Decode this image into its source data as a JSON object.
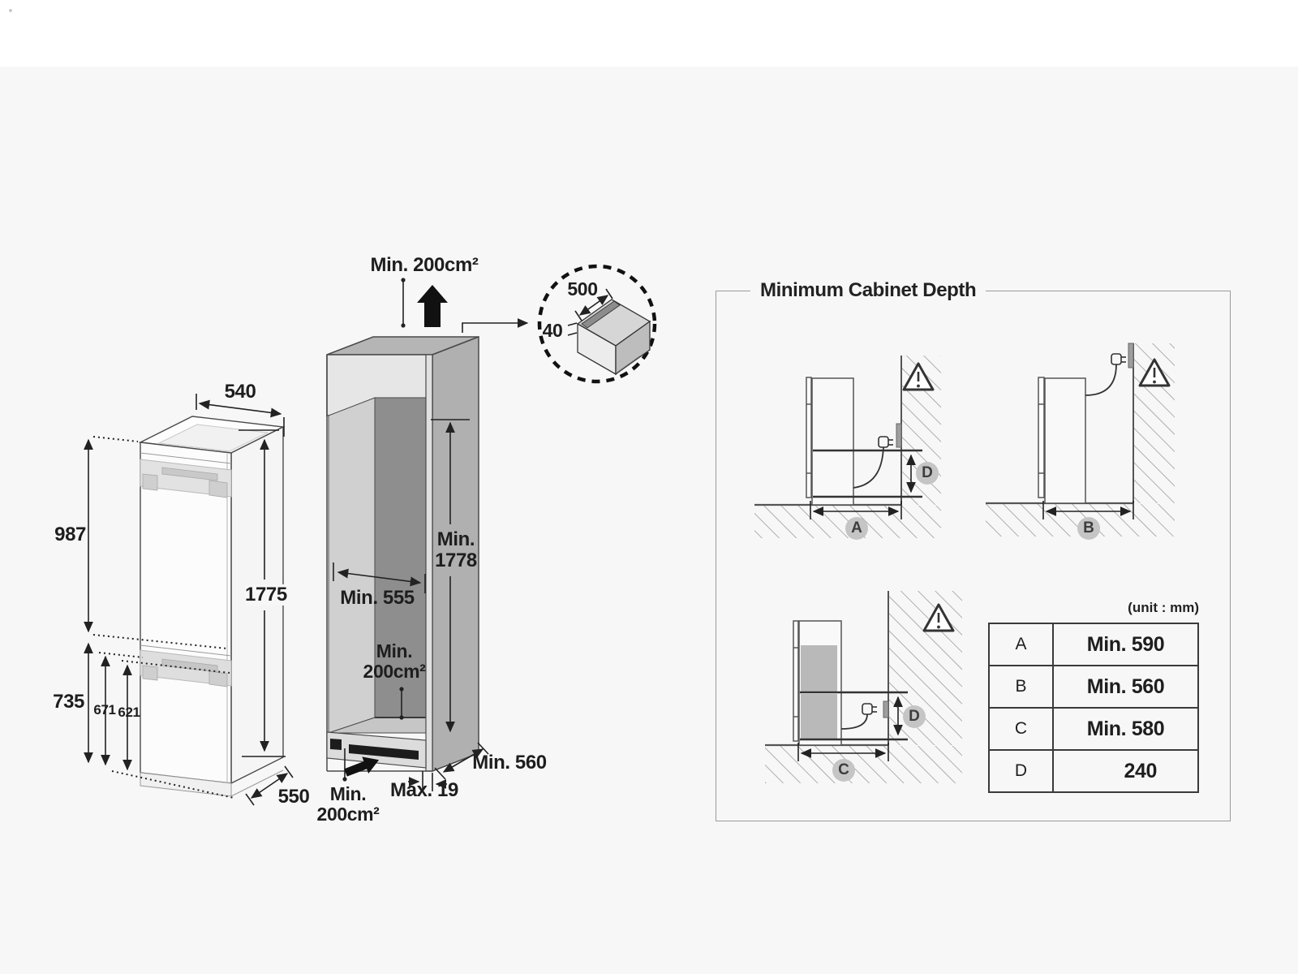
{
  "colors": {
    "background": "#f7f7f7",
    "top_strip": "#ffffff",
    "line": "#4a4a4a",
    "panel_border": "#9a9a9a",
    "marker_circle": "#c5c5c5",
    "vent_slot": "#1c1c1c"
  },
  "fridge_view": {
    "top_width": "540",
    "upper_height": "987",
    "total_height": "1775",
    "lower_height": "735",
    "freezer_door_height": "671",
    "freezer_inner_height": "621",
    "depth": "550"
  },
  "cabinet_view": {
    "top_ventilation": "Min. 200cm²",
    "inner_depth": "Min. 555",
    "inner_height": "Min. 1778",
    "rear_ventilation": "Min. 200cm²",
    "bottom_ventilation": "Min. 200cm²",
    "cabinet_depth": "Min. 560",
    "front_panel_thickness": "Max. 19",
    "vent_detail": {
      "width": "500",
      "height": "40"
    }
  },
  "depth_panel": {
    "title": "Minimum Cabinet Depth",
    "unit_note": "(unit : mm)",
    "markers": {
      "a": "A",
      "b": "B",
      "c": "C",
      "d": "D"
    },
    "table": {
      "rows": [
        {
          "label": "A",
          "value": "Min. 590"
        },
        {
          "label": "B",
          "value": "Min. 560"
        },
        {
          "label": "C",
          "value": "Min. 580"
        },
        {
          "label": "D",
          "value": "240"
        }
      ]
    }
  }
}
